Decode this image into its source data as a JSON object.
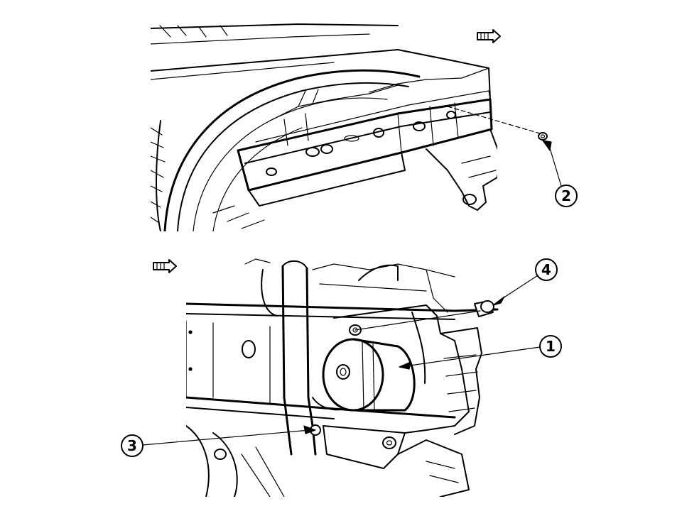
{
  "diagram": {
    "callouts": [
      {
        "id": "1",
        "label": "1",
        "part": "actuator-motor"
      },
      {
        "id": "2",
        "label": "2",
        "part": "nut"
      },
      {
        "id": "3",
        "label": "3",
        "part": "lower-fastener"
      },
      {
        "id": "4",
        "label": "4",
        "part": "bolt"
      }
    ],
    "icons": {
      "front_arrow_top": "front-direction-arrow-icon",
      "front_arrow_bottom": "front-direction-arrow-icon"
    },
    "colors": {
      "ink": "#000000",
      "paper": "#ffffff"
    }
  }
}
